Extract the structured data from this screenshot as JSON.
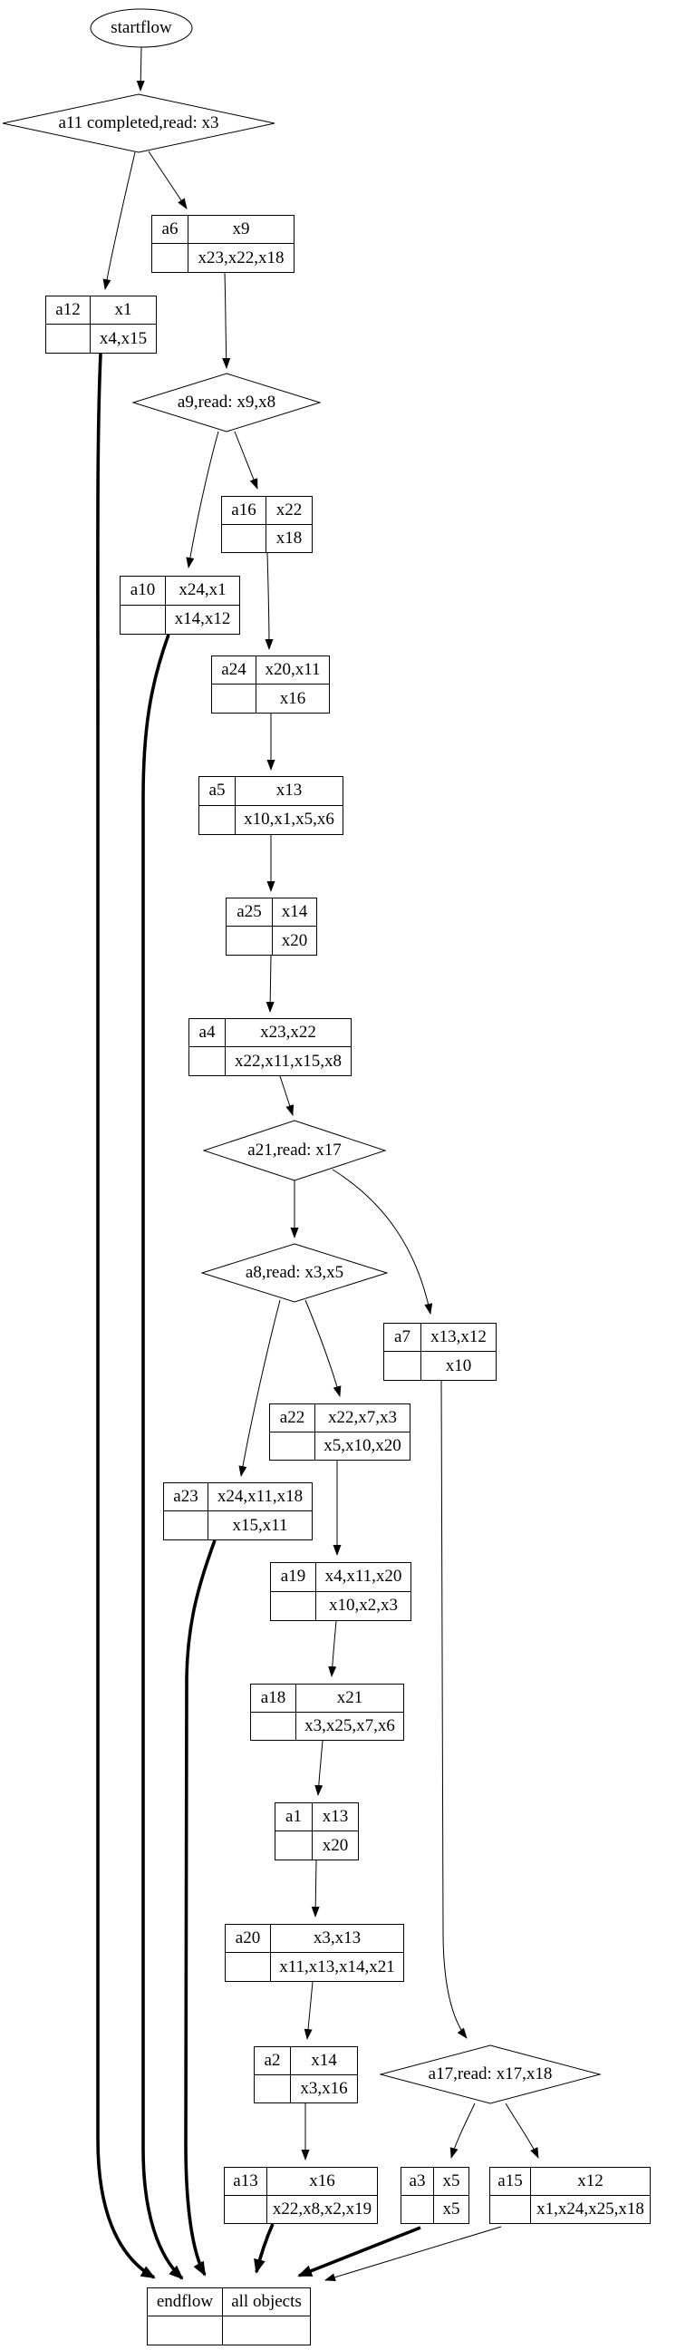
{
  "colors": {
    "background": "#ffffff",
    "node_border": "#000000",
    "edge": "#000000",
    "text": "#000000"
  },
  "start": {
    "label": "startflow"
  },
  "end": {
    "id": "endflow",
    "value": "all objects"
  },
  "decisions": {
    "a11": {
      "label": "a11 completed,read: x3"
    },
    "a9": {
      "label": "a9,read: x9,x8"
    },
    "a21": {
      "label": "a21,read: x17"
    },
    "a8": {
      "label": "a8,read: x3,x5"
    },
    "a17": {
      "label": "a17,read: x17,x18"
    }
  },
  "actions": {
    "a6": {
      "id": "a6",
      "row1": "x9",
      "row2": "x23,x22,x18"
    },
    "a12": {
      "id": "a12",
      "row1": "x1",
      "row2": "x4,x15"
    },
    "a16": {
      "id": "a16",
      "row1": "x22",
      "row2": "x18"
    },
    "a10": {
      "id": "a10",
      "row1": "x24,x1",
      "row2": "x14,x12"
    },
    "a24": {
      "id": "a24",
      "row1": "x20,x11",
      "row2": "x16"
    },
    "a5": {
      "id": "a5",
      "row1": "x13",
      "row2": "x10,x1,x5,x6"
    },
    "a25": {
      "id": "a25",
      "row1": "x14",
      "row2": "x20"
    },
    "a4": {
      "id": "a4",
      "row1": "x23,x22",
      "row2": "x22,x11,x15,x8"
    },
    "a7": {
      "id": "a7",
      "row1": "x13,x12",
      "row2": "x10"
    },
    "a22": {
      "id": "a22",
      "row1": "x22,x7,x3",
      "row2": "x5,x10,x20"
    },
    "a23": {
      "id": "a23",
      "row1": "x24,x11,x18",
      "row2": "x15,x11"
    },
    "a19": {
      "id": "a19",
      "row1": "x4,x11,x20",
      "row2": "x10,x2,x3"
    },
    "a18": {
      "id": "a18",
      "row1": "x21",
      "row2": "x3,x25,x7,x6"
    },
    "a1": {
      "id": "a1",
      "row1": "x13",
      "row2": "x20"
    },
    "a20": {
      "id": "a20",
      "row1": "x3,x13",
      "row2": "x11,x13,x14,x21"
    },
    "a2": {
      "id": "a2",
      "row1": "x14",
      "row2": "x3,x16"
    },
    "a13": {
      "id": "a13",
      "row1": "x16",
      "row2": "x22,x8,x2,x19"
    },
    "a3": {
      "id": "a3",
      "row1": "x5",
      "row2": "x5"
    },
    "a15": {
      "id": "a15",
      "row1": "x12",
      "row2": "x1,x24,x25,x18"
    }
  },
  "edges": [
    {
      "from": "startflow",
      "to": "a11",
      "bold": false
    },
    {
      "from": "a11",
      "to": "a6",
      "bold": false
    },
    {
      "from": "a11",
      "to": "a12",
      "bold": false
    },
    {
      "from": "a6",
      "to": "a9",
      "bold": false
    },
    {
      "from": "a9",
      "to": "a16",
      "bold": false
    },
    {
      "from": "a9",
      "to": "a10",
      "bold": false
    },
    {
      "from": "a16",
      "to": "a24",
      "bold": false
    },
    {
      "from": "a24",
      "to": "a5",
      "bold": false
    },
    {
      "from": "a5",
      "to": "a25",
      "bold": false
    },
    {
      "from": "a25",
      "to": "a4",
      "bold": false
    },
    {
      "from": "a4",
      "to": "a21",
      "bold": false
    },
    {
      "from": "a21",
      "to": "a8",
      "bold": false
    },
    {
      "from": "a21",
      "to": "a7",
      "bold": false
    },
    {
      "from": "a8",
      "to": "a22",
      "bold": false
    },
    {
      "from": "a8",
      "to": "a23",
      "bold": false
    },
    {
      "from": "a22",
      "to": "a19",
      "bold": false
    },
    {
      "from": "a19",
      "to": "a18",
      "bold": false
    },
    {
      "from": "a18",
      "to": "a1",
      "bold": false
    },
    {
      "from": "a1",
      "to": "a20",
      "bold": false
    },
    {
      "from": "a20",
      "to": "a2",
      "bold": false
    },
    {
      "from": "a2",
      "to": "a13",
      "bold": false
    },
    {
      "from": "a7",
      "to": "a17",
      "bold": false
    },
    {
      "from": "a17",
      "to": "a3",
      "bold": false
    },
    {
      "from": "a17",
      "to": "a15",
      "bold": false
    },
    {
      "from": "a12",
      "to": "endflow",
      "bold": true
    },
    {
      "from": "a10",
      "to": "endflow",
      "bold": true
    },
    {
      "from": "a23",
      "to": "endflow",
      "bold": true
    },
    {
      "from": "a13",
      "to": "endflow",
      "bold": true
    },
    {
      "from": "a3",
      "to": "endflow",
      "bold": true
    },
    {
      "from": "a15",
      "to": "endflow",
      "bold": false
    }
  ]
}
